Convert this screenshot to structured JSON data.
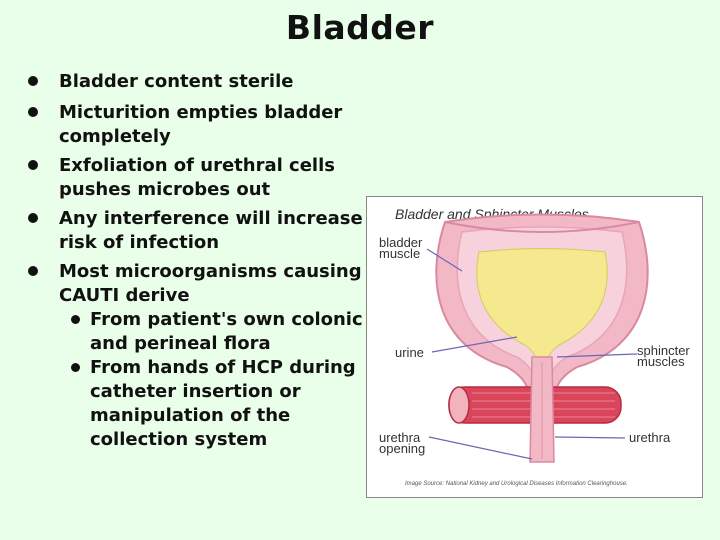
{
  "slide": {
    "title": "Bladder",
    "bullets": [
      "Bladder content sterile",
      "Micturition empties bladder completely",
      "Exfoliation of urethral cells pushes microbes out",
      "Any interference will increase risk of infection",
      "Most microorganisms causing CAUTI derive"
    ],
    "sub_bullets": [
      "From patient's own colonic and perineal flora",
      "From hands of HCP during catheter insertion or manipulation of the collection system"
    ]
  },
  "figure": {
    "title": "Bladder and Sphincter Muscles",
    "labels": {
      "bladder_muscle": "bladder muscle",
      "urine": "urine",
      "sphincter_muscles": "sphincter muscles",
      "urethra_opening": "urethra opening",
      "urethra": "urethra"
    },
    "source": "Image Source: National Kidney and Urological Diseases Information Clearinghouse."
  }
}
